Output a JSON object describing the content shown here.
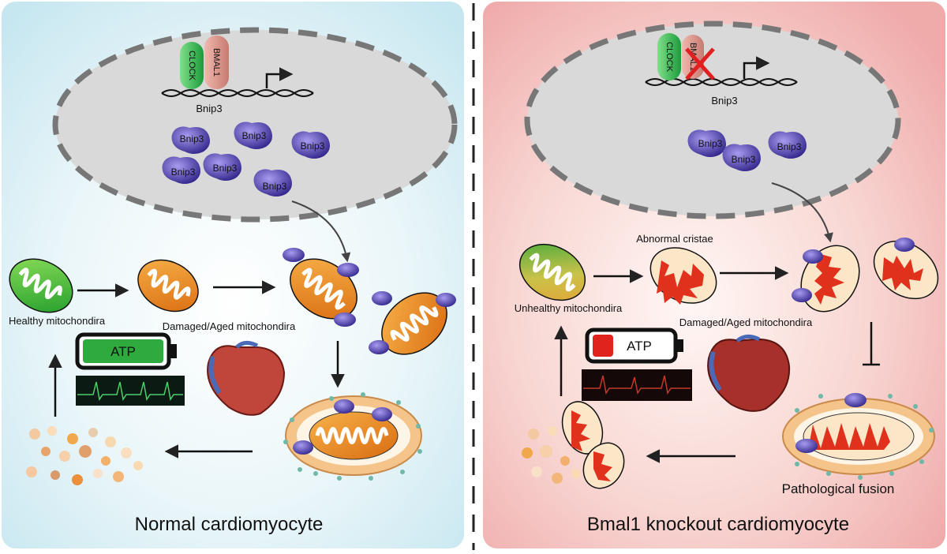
{
  "left_panel": {
    "title": "Normal cardiomyocyte",
    "gene_label": "Bnip3",
    "clock": "CLOCK",
    "bmal1": "BMAL1",
    "protein": "Bnip3",
    "healthy": "Healthy mitochondira",
    "damaged": "Damaged/Aged mitochondira",
    "atp": "ATP"
  },
  "right_panel": {
    "title": "Bmal1 knockout cardiomyocyte",
    "gene_label": "Bnip3",
    "clock": "CLOCK",
    "bmal1": "BMAL1",
    "protein": "Bnip3",
    "abnormal": "Abnormal cristae",
    "unhealthy": "Unhealthy mitochondira",
    "damaged": "Damaged/Aged mitochondira",
    "fusion": "Pathological fusion",
    "atp": "ATP"
  },
  "colors": {
    "left_bg": "#d5eef4",
    "right_bg": "#f3bcbc",
    "nucleus": "#d9d9d9",
    "healthy_green": "#3bb53b",
    "damaged_orange": "#e98a1e",
    "abnormal_red": "#e0311d",
    "bnip3_purple": "#4a3aa0",
    "clock_green": "#2eaa4a",
    "bmal1_pink": "#d98f86"
  }
}
